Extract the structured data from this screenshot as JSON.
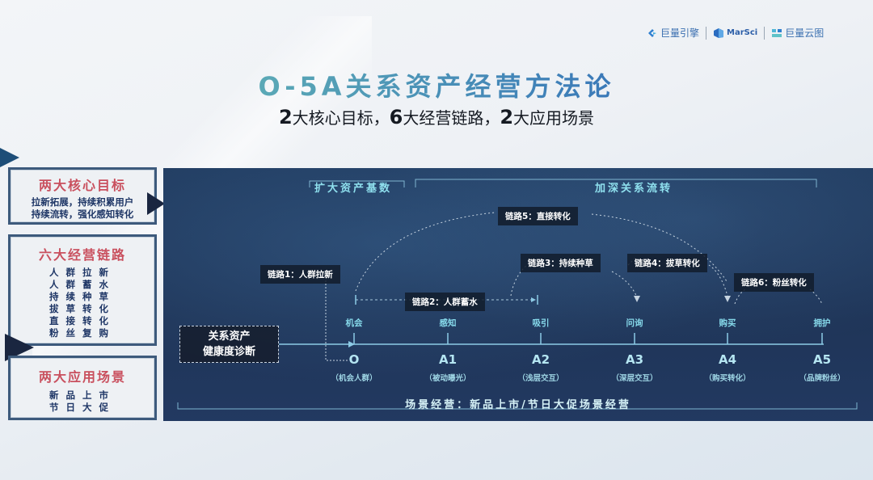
{
  "logos": [
    {
      "name": "巨量引擎",
      "icon": "juliang-engine-logo"
    },
    {
      "name": "MarSci",
      "icon": "marsci-logo"
    },
    {
      "name": "巨量云图",
      "icon": "juliang-yuntu-logo"
    }
  ],
  "title": "O-5A关系资产经营方法论",
  "subtitle": {
    "parts": [
      {
        "num": "2",
        "text": "大核心目标，"
      },
      {
        "num": "6",
        "text": "大经营链路，"
      },
      {
        "num": "2",
        "text": "大应用场景"
      }
    ]
  },
  "left_panel": {
    "goals": {
      "heading": "两大核心目标",
      "lines": [
        "拉新拓展，持续积累用户",
        "持续流转，强化感知转化"
      ]
    },
    "chains": {
      "heading": "六大经营链路",
      "lines": [
        "人群拉新",
        "人群蓄水",
        "持续种草",
        "拔草转化",
        "直接转化",
        "粉丝复购"
      ]
    },
    "scenes": {
      "heading": "两大应用场景",
      "lines": [
        "新品上市",
        "节日大促"
      ]
    }
  },
  "diagram": {
    "section_left": "扩大资产基数",
    "section_right": "加深关系流转",
    "diagnosis_box": [
      "关系资产",
      "健康度诊断"
    ],
    "chains": [
      {
        "label": "链路1：人群拉新"
      },
      {
        "label": "链路2：人群蓄水"
      },
      {
        "label": "链路3：持续种草"
      },
      {
        "label": "链路4：拔草转化"
      },
      {
        "label": "链路5：直接转化"
      },
      {
        "label": "链路6：粉丝转化"
      }
    ],
    "stages": [
      {
        "top": "机会",
        "code": "O",
        "desc": "（机会人群）"
      },
      {
        "top": "感知",
        "code": "A1",
        "desc": "（被动曝光）"
      },
      {
        "top": "吸引",
        "code": "A2",
        "desc": "（浅层交互）"
      },
      {
        "top": "问询",
        "code": "A3",
        "desc": "（深层交互）"
      },
      {
        "top": "购买",
        "code": "A4",
        "desc": "（购买转化）"
      },
      {
        "top": "拥护",
        "code": "A5",
        "desc": "（品牌粉丝）"
      }
    ],
    "scene_caption": "场景经营：新品上市/节日大促场景经营"
  },
  "colors": {
    "title_teal": "#5aa8b6",
    "title_blue": "#3a79b8",
    "heading_red": "#c9505e",
    "panel_navy": "#1f3558",
    "stage_cyan": "#86d9ea"
  }
}
